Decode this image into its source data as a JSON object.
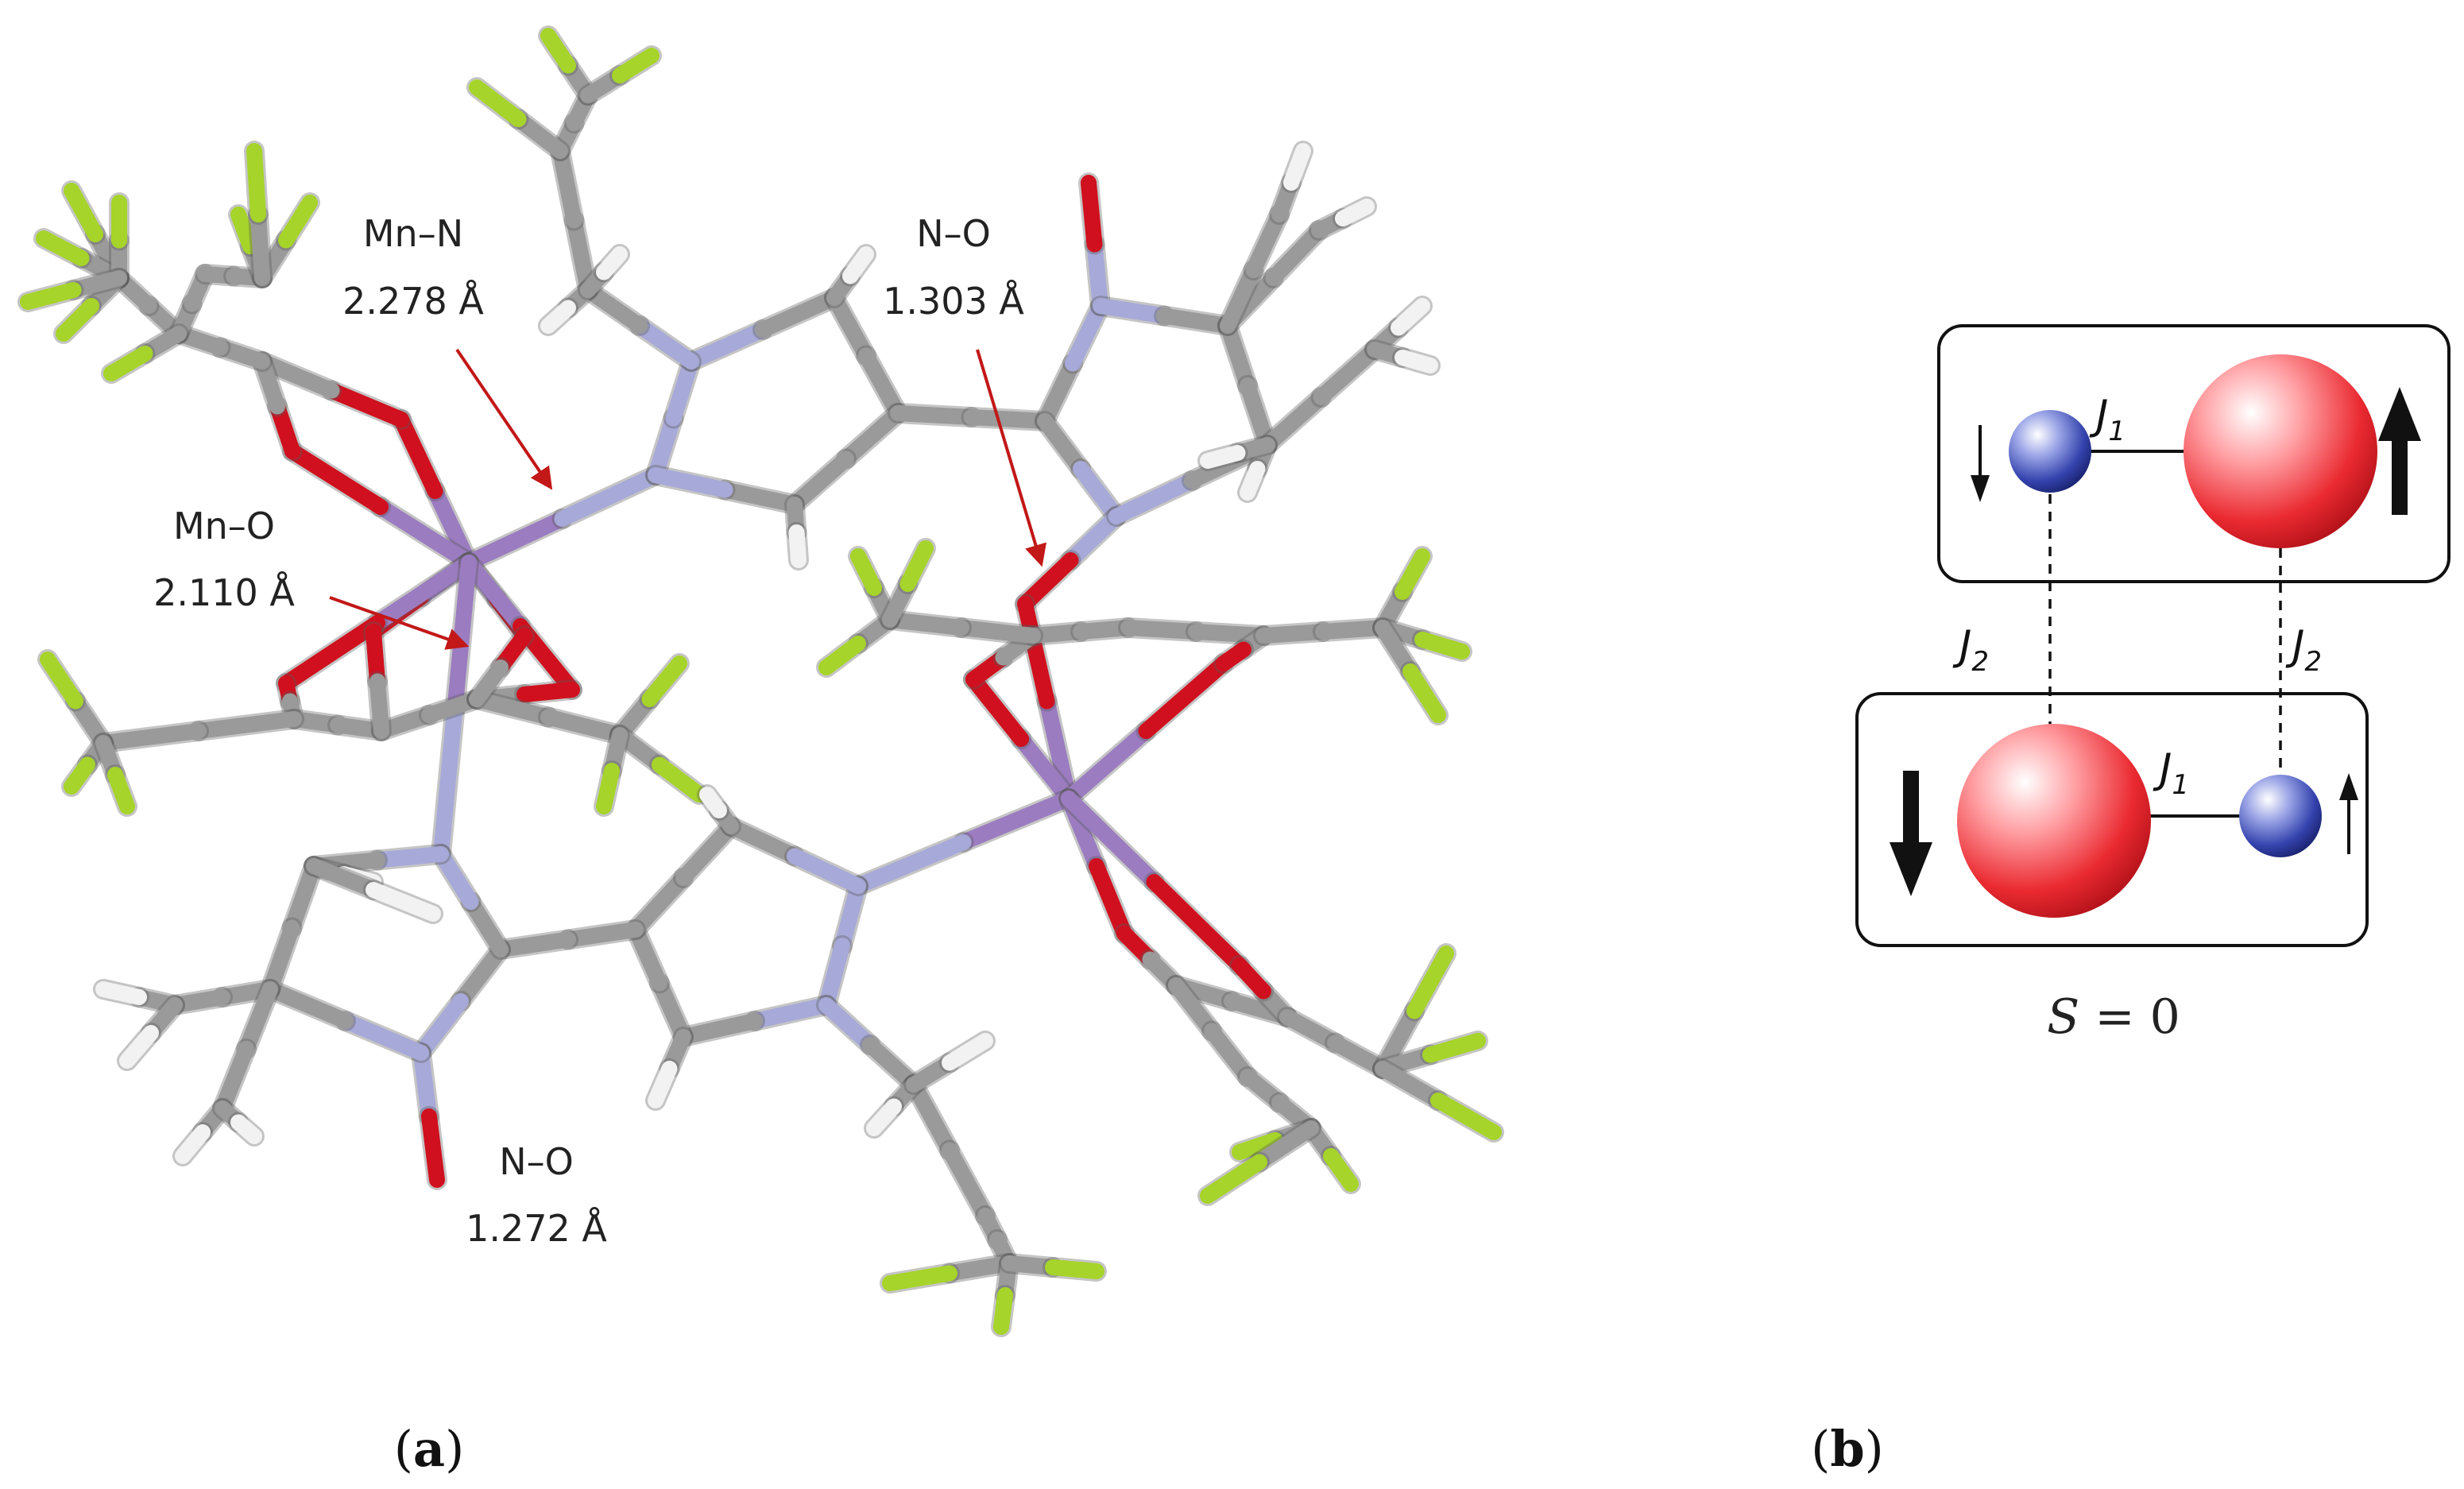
{
  "panel_a": {
    "label_open": "(",
    "label_letter": "a",
    "label_close": ")",
    "bond_labels": [
      {
        "name": "Mn–N",
        "value": "2.278 Å"
      },
      {
        "name": "N–O",
        "value": "1.303 Å"
      },
      {
        "name": "Mn–O",
        "value": "2.110 Å"
      },
      {
        "name": "N–O",
        "value": "1.272 Å"
      }
    ]
  },
  "panel_b": {
    "label_open": "(",
    "label_letter": "b",
    "label_close": ")",
    "coupling_j1": "J",
    "coupling_j1_sub": "1",
    "coupling_j2": "J",
    "coupling_j2_sub": "2",
    "spin_state_symbol": "S",
    "spin_state_value": " = 0"
  },
  "colors": {
    "carbon": "#9a9a9a",
    "hydrogen": "#f2f2f2",
    "fluorine": "#a6d42a",
    "oxygen": "#d0101e",
    "nitrogen": "#a7a9d8",
    "manganese": "#9b7cc0",
    "arrow": "#c21818",
    "radical_sphere": "#e8232b",
    "metal_sphere": "#2f3fa6"
  }
}
